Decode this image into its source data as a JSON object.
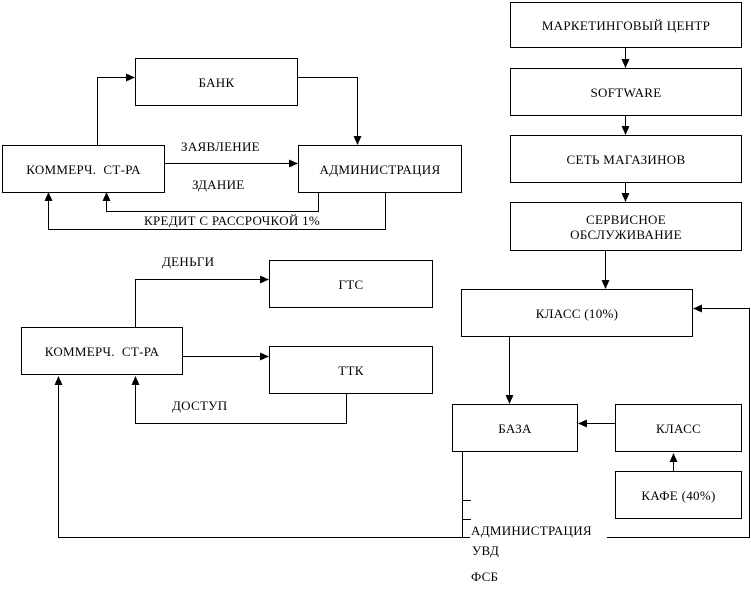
{
  "boxes": {
    "bank": "БАНК",
    "commerce_top": "КОММЕРЧ.  СТ-РА",
    "administration": "АДМИНИСТРАЦИЯ",
    "marketing_center": "МАРКЕТИНГОВЫЙ ЦЕНТР",
    "software": "SOFTWARE",
    "store_network": "СЕТЬ МАГАЗИНОВ",
    "service": "СЕРВИСНОЕ ОБСЛУЖИВАНИЕ",
    "class_10": "КЛАСС (10%)",
    "base": "БАЗА",
    "class": "КЛАСС",
    "cafe_40": "КАФЕ (40%)",
    "commerce_bottom": "КОММЕРЧ.  СТ-РА",
    "gts": "ГТС",
    "ttk": "ТТК"
  },
  "edge_labels": {
    "application": "ЗАЯВЛЕНИЕ",
    "building": "ЗДАНИЕ",
    "credit": "КРЕДИТ С РАССРОЧКОЙ 1%",
    "money": "ДЕНЬГИ",
    "access": "ДОСТУП"
  },
  "bottom_labels": {
    "administration": "АДМИНИСТРАЦИЯ",
    "uvd": "УВД",
    "fsb": "ФСБ"
  },
  "colors": {
    "line": "#000000",
    "background": "#ffffff"
  }
}
